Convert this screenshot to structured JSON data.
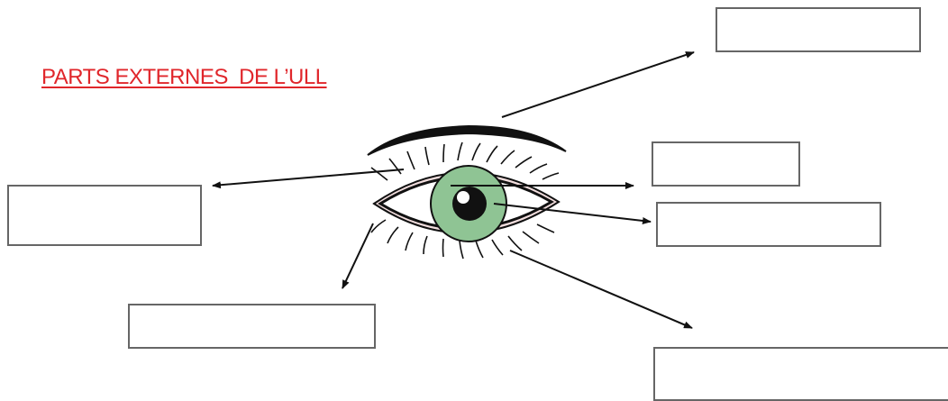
{
  "title": "PARTS EXTERNES  DE L’ULL",
  "colors": {
    "title": "#e0262b",
    "iris": "#8fc494",
    "outline": "#111111",
    "box_border": "#666666",
    "skin_pink": "#f2dede"
  },
  "label_boxes": [
    {
      "id": "box-top-right",
      "value": ""
    },
    {
      "id": "box-eyelash",
      "value": ""
    },
    {
      "id": "box-iris",
      "value": ""
    },
    {
      "id": "box-eyelid",
      "value": ""
    },
    {
      "id": "box-lower-lash",
      "value": ""
    },
    {
      "id": "box-bottom-right",
      "value": ""
    }
  ]
}
